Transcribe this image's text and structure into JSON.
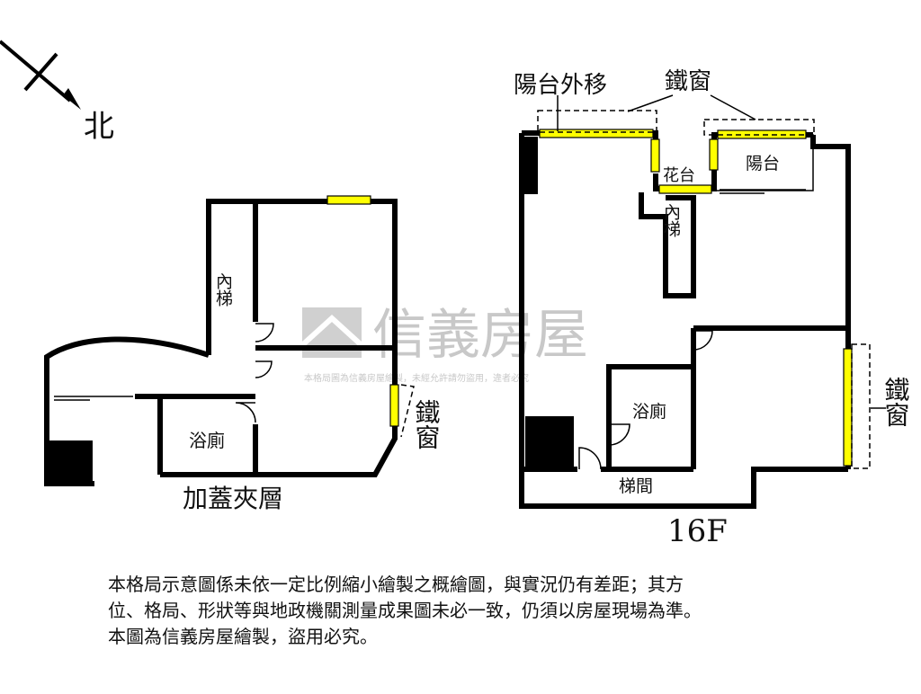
{
  "compass": {
    "north_label": "北"
  },
  "watermark": {
    "brand": "信義房屋",
    "notice": "本格局圖為信義房屋繪製，未經允許請勿盜用，違者必究"
  },
  "left_plan": {
    "title": "加蓋夾層",
    "rooms": {
      "stair": "內梯",
      "bath": "浴廁"
    },
    "window_label": "鐵窗"
  },
  "right_plan": {
    "title": "16F",
    "rooms": {
      "balcony": "陽台",
      "planter": "花台",
      "stair": "內梯",
      "bath": "浴廁",
      "stairwell": "梯間"
    },
    "labels": {
      "balcony_moved_out": "陽台外移",
      "window_top": "鐵窗",
      "window_right": "鐵窗"
    }
  },
  "disclaimer": {
    "line1": "本格局示意圖係未依一定比例縮小繪製之概繪圖，與實況仍有差距；其方",
    "line2": "位、格局、形狀等與地政機關測量成果圖未必一致，仍須以房屋現場為準。",
    "line3": "本圖為信義房屋繪製，盜用必究。"
  }
}
